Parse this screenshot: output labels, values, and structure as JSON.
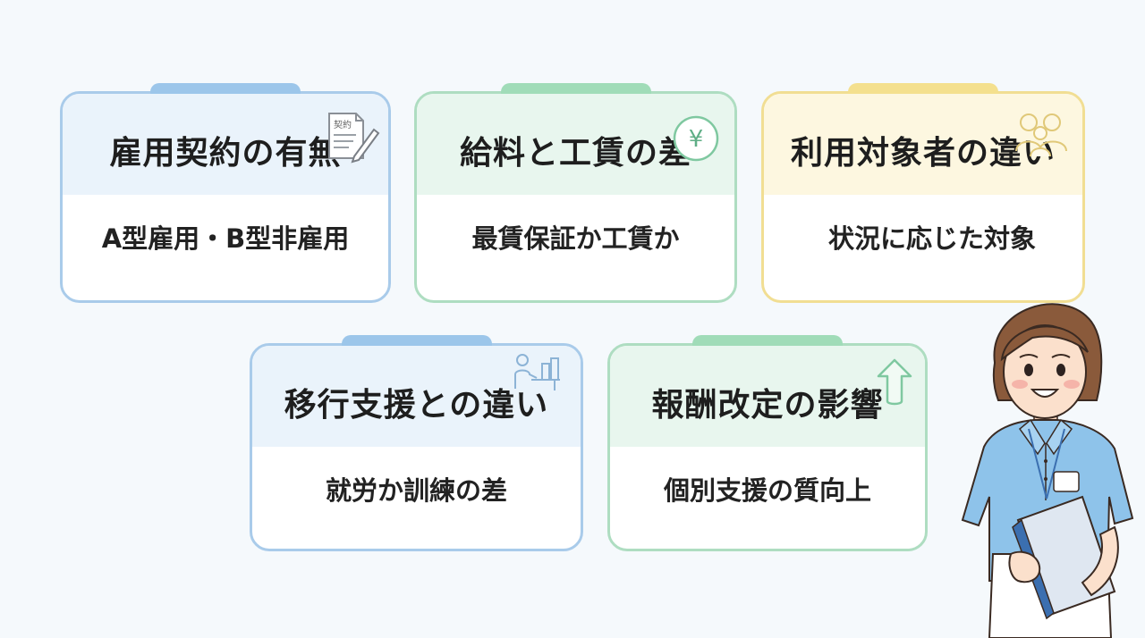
{
  "cards": [
    {
      "title": "雇用契約の有無",
      "subtitle": "A型雇用・B型非雇用",
      "icon": "contract-document-icon",
      "icon_text": "契約",
      "accent": "#9cc6ea"
    },
    {
      "title": "給料と工賃の差",
      "subtitle": "最賃保証か工賃か",
      "icon": "yen-coin-icon",
      "icon_text": "¥",
      "accent": "#a0dcb8"
    },
    {
      "title": "利用対象者の違い",
      "subtitle": "状況に応じた対象",
      "icon": "people-group-icon",
      "accent": "#f4e08e"
    },
    {
      "title": "移行支援との違い",
      "subtitle": "就労か訓練の差",
      "icon": "desk-worker-icon",
      "accent": "#9cc6ea"
    },
    {
      "title": "報酬改定の影響",
      "subtitle": "個別支援の質向上",
      "icon": "up-arrow-icon",
      "accent": "#a0dcb8"
    }
  ],
  "illustration": "caregiver-holding-binder"
}
